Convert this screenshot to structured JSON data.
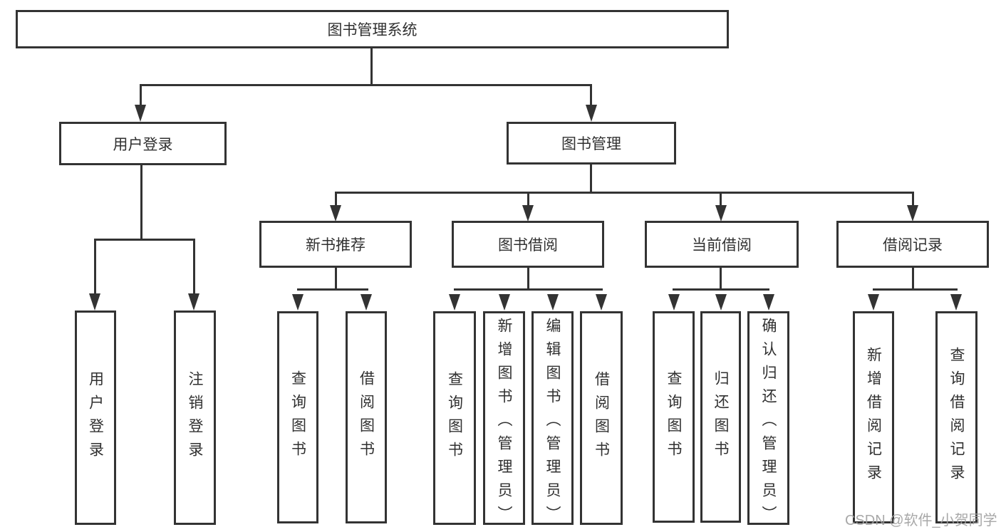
{
  "tree": {
    "root": {
      "label": "图书管理系统"
    },
    "level2": [
      {
        "label": "用户登录"
      },
      {
        "label": "图书管理"
      }
    ],
    "level3": [
      {
        "label": "新书推荐"
      },
      {
        "label": "图书借阅"
      },
      {
        "label": "当前借阅"
      },
      {
        "label": "借阅记录"
      }
    ],
    "leaves": {
      "user_login": [
        "用户登录",
        "注销登录"
      ],
      "new_book": [
        "查询图书",
        "借阅图书"
      ],
      "book_borrow": [
        "查询图书",
        "新增图书（管理员）",
        "编辑图书（管理员）",
        "借阅图书"
      ],
      "current_borrow": [
        "查询图书",
        "归还图书",
        "确认归还（管理员）"
      ],
      "borrow_record": [
        "新增借阅记录",
        "查询借阅记录"
      ]
    }
  },
  "watermark": {
    "text": "CSDN @软件_小贺同学"
  },
  "colors": {
    "line": "#333333",
    "text": "#303030",
    "watermark": "#9e9e9e",
    "background": "#ffffff"
  }
}
